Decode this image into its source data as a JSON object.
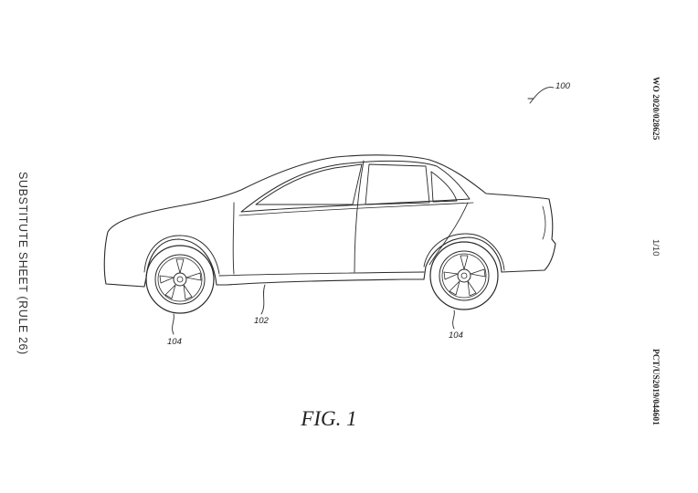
{
  "margins": {
    "left_note": "SUBSTITUTE SHEET (RULE 26)",
    "publication_number": "WO 2020/028625",
    "application_number": "PCT/US2019/044601",
    "sheet": "1/10"
  },
  "figure": {
    "caption": "FIG. 1",
    "refs": {
      "assembly": "100",
      "body": "102",
      "wheel_front": "104",
      "wheel_rear": "104"
    }
  }
}
